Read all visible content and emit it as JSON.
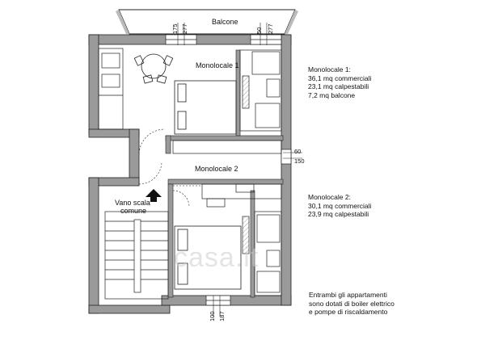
{
  "labels": {
    "balcone": "Balcone",
    "monolocale1": "Monolocale 1",
    "monolocale2": "Monolocale 2",
    "vano_scala_line1": "Vano scala",
    "vano_scala_line2": "comune",
    "watermark": "casa.it"
  },
  "dimensions": {
    "top_left_a": "175",
    "top_left_b": "277",
    "top_right_a": "50",
    "top_right_b": "277",
    "right_a": "60",
    "right_b": "150",
    "bottom_a": "100",
    "bottom_b": "187"
  },
  "notes": {
    "m1_title": "Monolocale 1:",
    "m1_line1": "36,1 mq commerciali",
    "m1_line2": "23,1 mq calpestabili",
    "m1_line3": "7,2 mq balcone",
    "m2_title": "Monolocale 2:",
    "m2_line1": "30,1 mq commerciali",
    "m2_line2": "23,9 mq calpestabili",
    "footer_line1": "Entrambi gli appartamenti",
    "footer_line2": "sono dotati di boiler elettrico",
    "footer_line3": "e pompe di riscaldamento"
  }
}
